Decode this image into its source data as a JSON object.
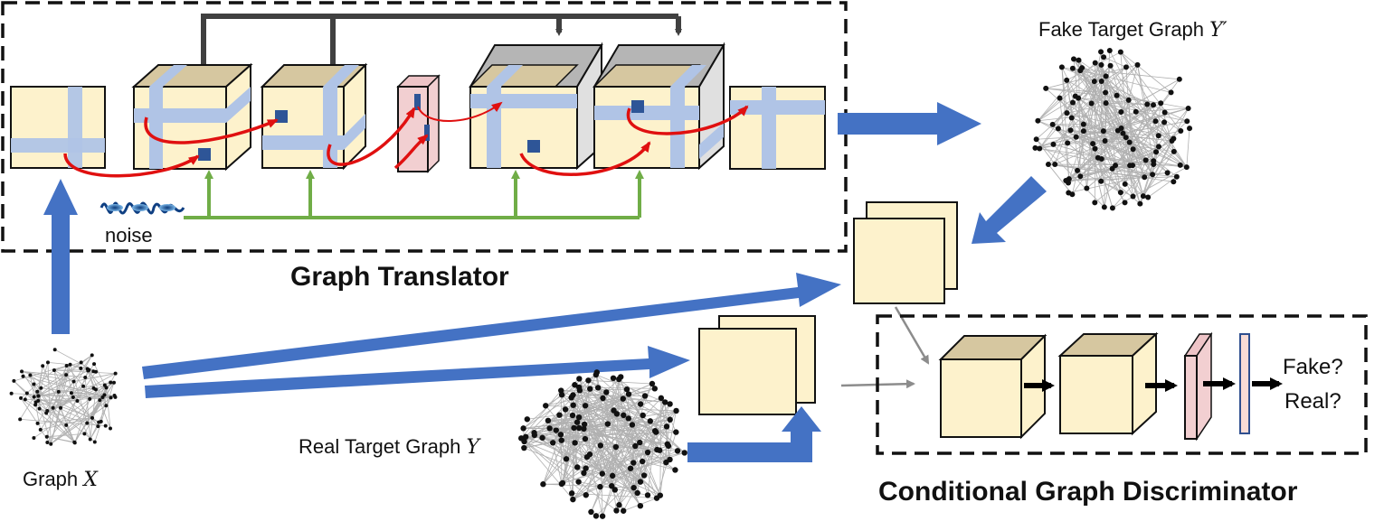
{
  "translator": {
    "title": "Graph Translator",
    "noise_label": "noise"
  },
  "discriminator": {
    "title": "Conditional Graph Discriminator",
    "output_fake": "Fake?",
    "output_real": "Real?"
  },
  "graphs": {
    "source": {
      "label": "Graph ",
      "symbol": "X"
    },
    "fake_target": {
      "label": "Fake Target Graph ",
      "symbol": "Y′"
    },
    "real_target": {
      "label": "Real Target Graph ",
      "symbol": "Y"
    }
  },
  "colors": {
    "block_face": "#fdf2cc",
    "block_top_brown": "#d6c7a0",
    "block_top_gray": "#b5b5b5",
    "block_side_gray": "#e0e0e0",
    "skip_band": "#b0c4e6",
    "feature_square": "#2e5597",
    "pink_layer": "#f2cfd1",
    "flow_arrow": "#4472c4",
    "red_arrow": "#e01010",
    "noise_line": "#70ad47",
    "skip_connector": "#404040"
  }
}
